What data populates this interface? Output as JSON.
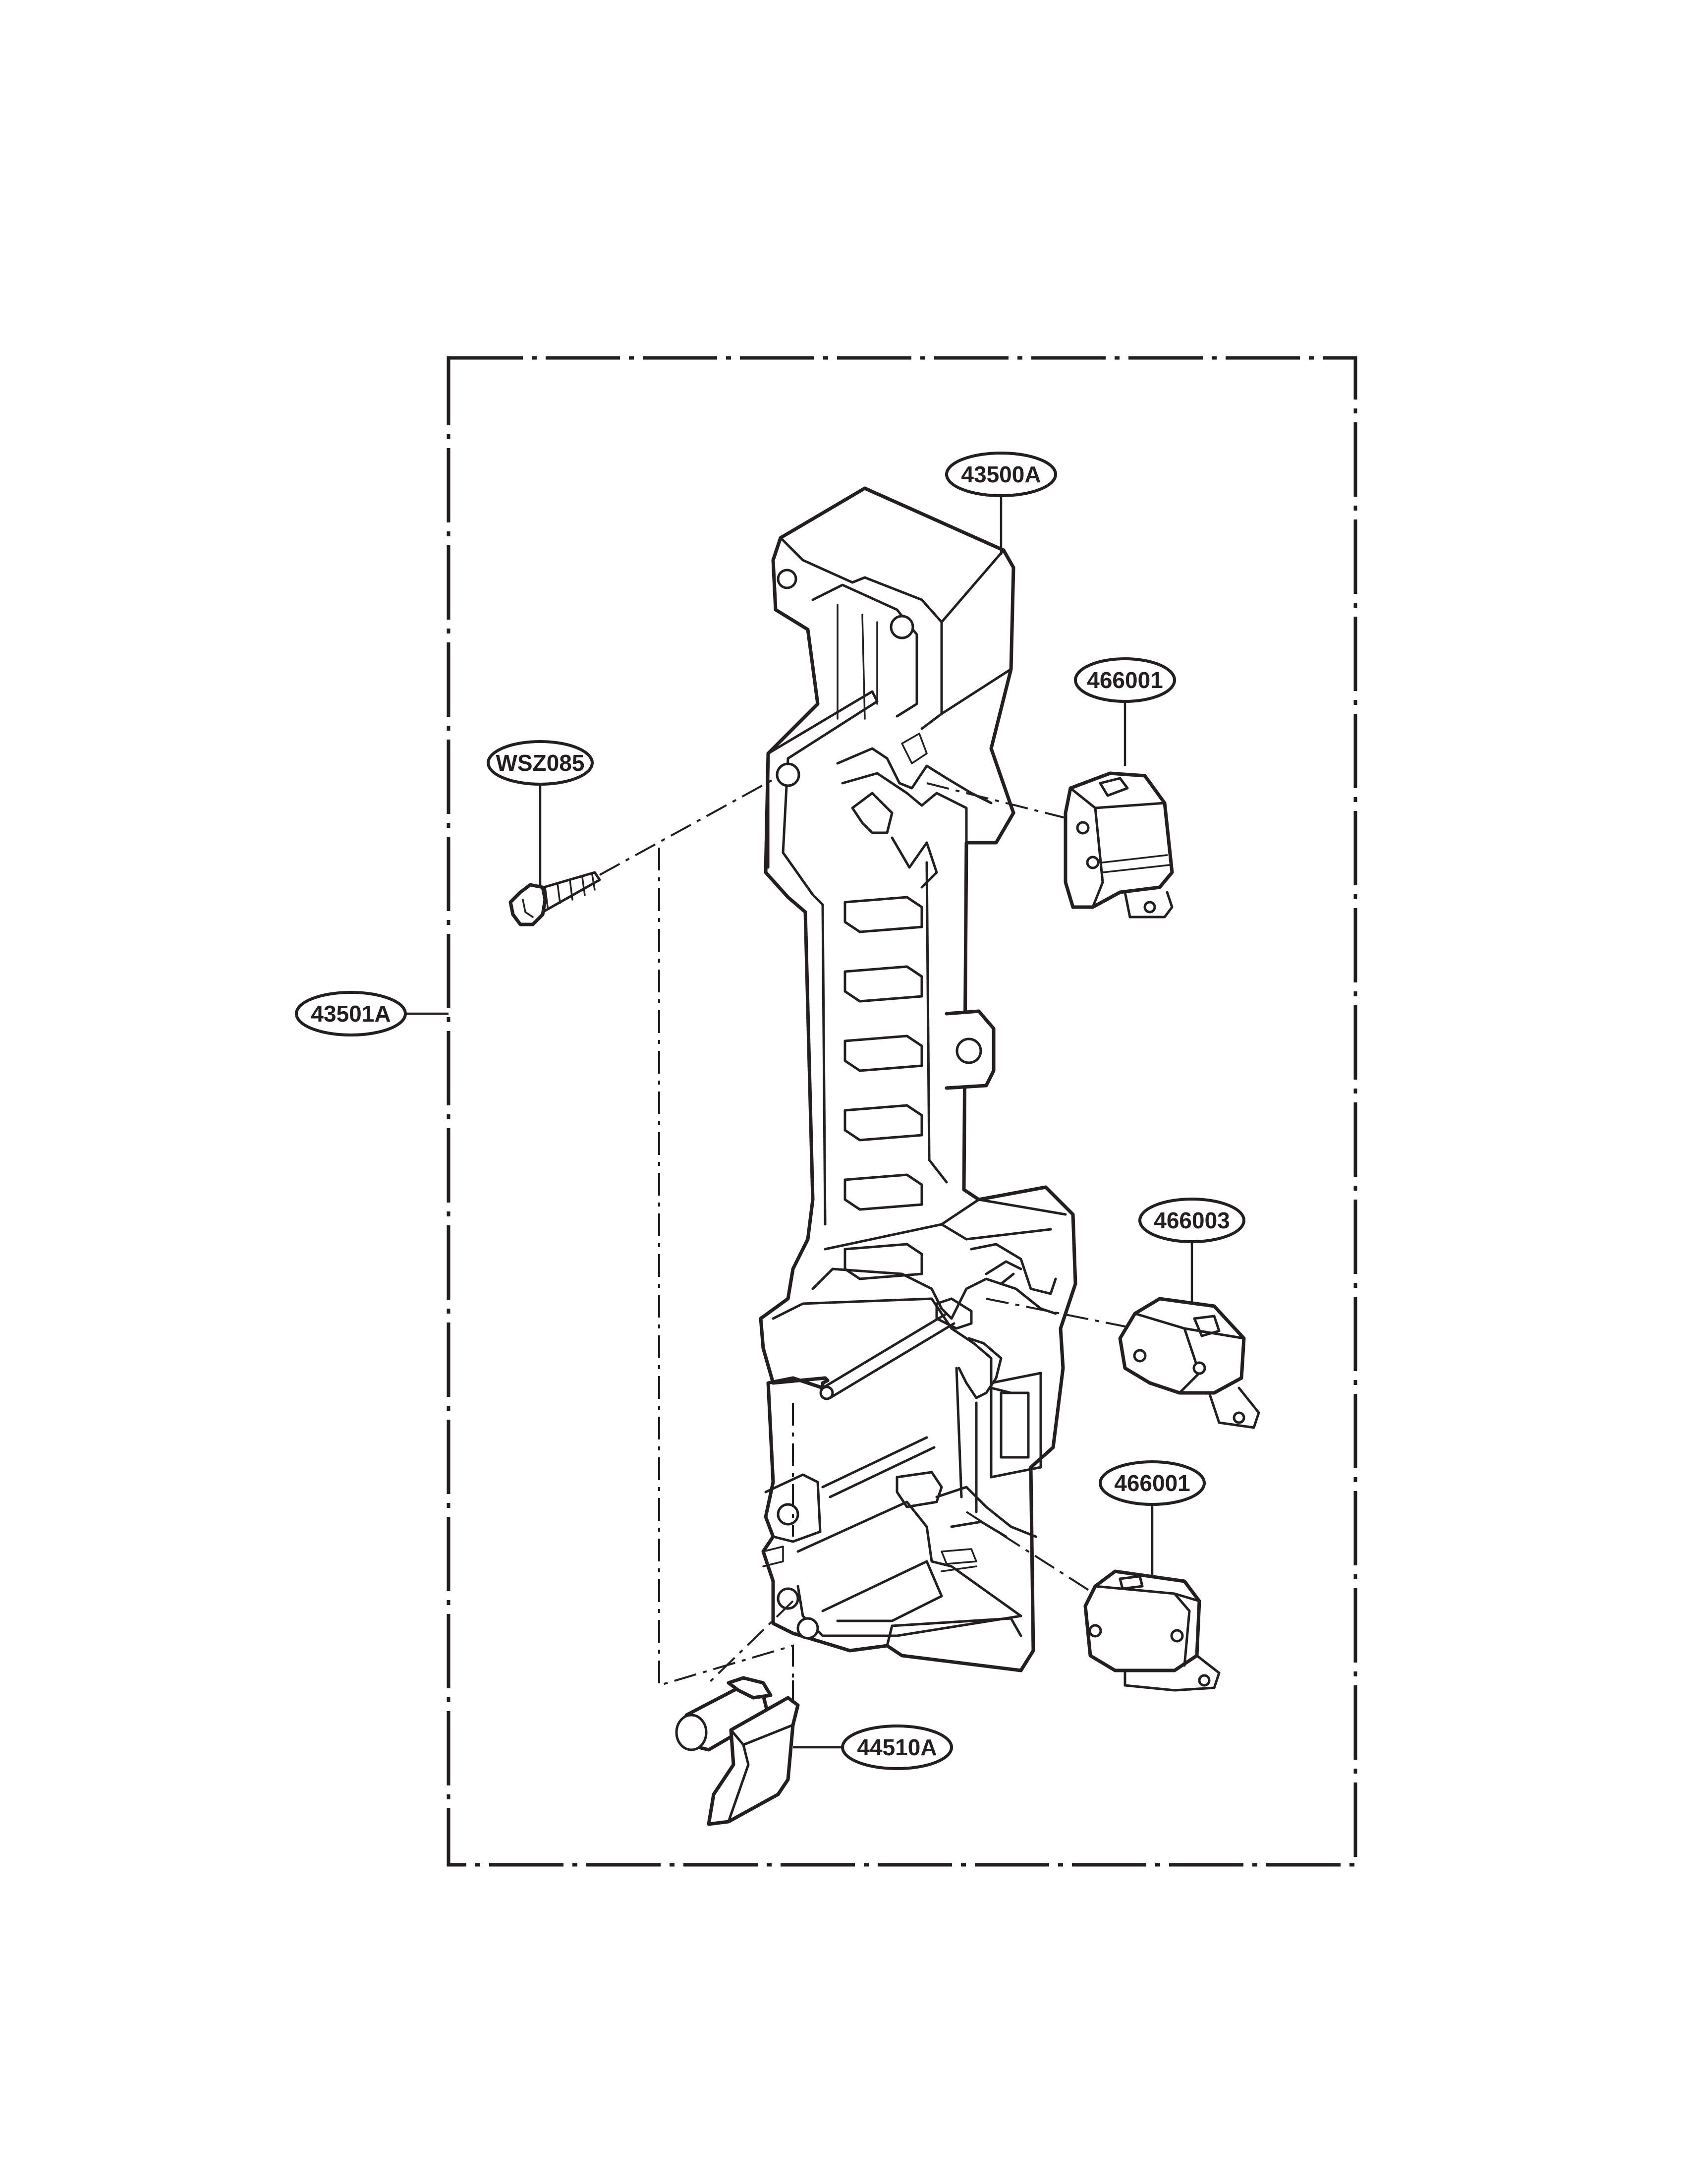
{
  "callouts": {
    "main_body": "43500A",
    "assembly": "43501A",
    "screw": "WSZ085",
    "switch_top": "466001",
    "switch_middle": "466003",
    "switch_bottom": "466001",
    "lever": "44510A"
  },
  "colors": {
    "line": "#231f20",
    "background": "#ffffff"
  }
}
